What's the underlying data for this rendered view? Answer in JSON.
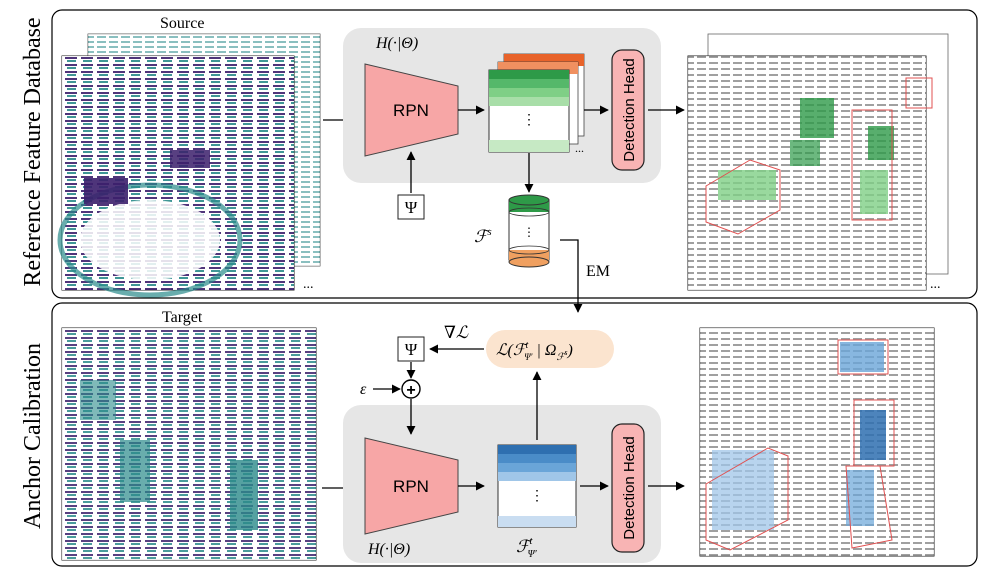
{
  "sections": {
    "top_label": "Reference Feature Database",
    "bottom_label": "Anchor Calibration"
  },
  "top": {
    "source_label": "Source",
    "func_label": "H(·|Θ)",
    "rpn_label": "RPN",
    "head_label": "Detection Head",
    "psi_label": "Ψ",
    "fs_label": "ℱ",
    "fs_sup": "s",
    "em_label": "EM",
    "dots": "⋮",
    "hdots": "..."
  },
  "bottom": {
    "target_label": "Target",
    "func_label": "H(·|Θ)",
    "rpn_label": "RPN",
    "head_label": "Detection Head",
    "psi_label": "Ψ",
    "epsilon": "ε",
    "plus": "+",
    "grad_label": "∇ℒ",
    "loss_label": "ℒ(ℱ",
    "loss_sup": "t",
    "loss_sub": "Ψ′",
    "loss_mid": " | Ω",
    "loss_omega_sub": "ℱ",
    "loss_omega_sup": "s",
    "loss_close": ")",
    "feat_label": "ℱ",
    "feat_sup": "t",
    "feat_sub": "Ψ′",
    "dots": "⋮"
  },
  "colors": {
    "rpn": "#f7a6a6",
    "head": "#f8b4b4",
    "panel": "#e6e6e6",
    "green_dark": "#2e9a48",
    "green_mid": "#7fcf86",
    "green_light": "#c6e9c4",
    "orange": "#e8632a",
    "blue_dark": "#2e6fb0",
    "blue_mid": "#6aa5d8",
    "blue_light": "#c9ddf1",
    "loss_bg": "#fbe4cf",
    "pc_purple": "#3b1f6b",
    "pc_teal": "#2a8a8a",
    "pc_gray": "#8a8a8a",
    "box_red": "#e05050"
  }
}
